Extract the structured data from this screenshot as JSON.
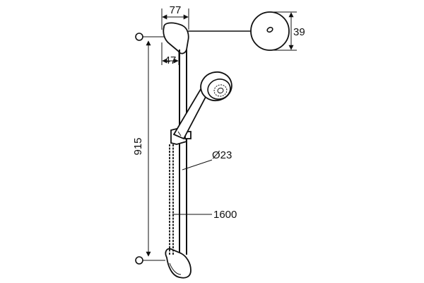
{
  "dimensions": {
    "top_width": "77",
    "rosette_height": "39",
    "wall_offset": "47",
    "rail_height": "915",
    "hose_diameter": "Ø23",
    "hose_length": "1600"
  },
  "colors": {
    "line": "#111111",
    "background": "#ffffff"
  }
}
